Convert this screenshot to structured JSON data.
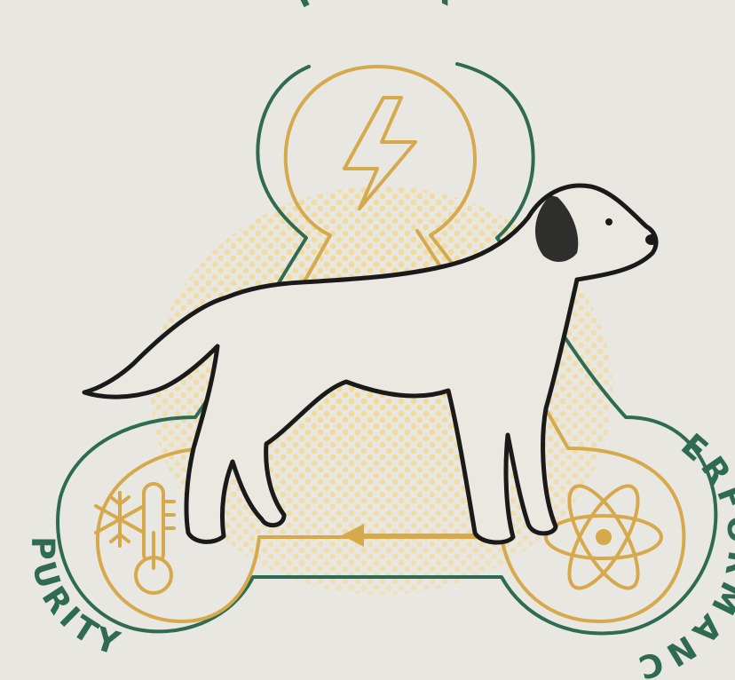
{
  "pillars": {
    "top": {
      "label": "POWER",
      "icon": "lightning-bolt-icon"
    },
    "right": {
      "label": "PERFORMANCE",
      "icon": "atom-icon"
    },
    "left": {
      "label": "PURITY",
      "icon": "snowflake-thermometer-icon"
    }
  },
  "center_image": "dog-illustration",
  "colors": {
    "background": "#e9e7e1",
    "outer_outline": "#2f6b52",
    "inner_outline": "#d6a94c",
    "arrow": "#d6a94c",
    "halftone": "#f3d88c",
    "dog_outline": "#1a1a1a",
    "label": "#2f6b52"
  }
}
